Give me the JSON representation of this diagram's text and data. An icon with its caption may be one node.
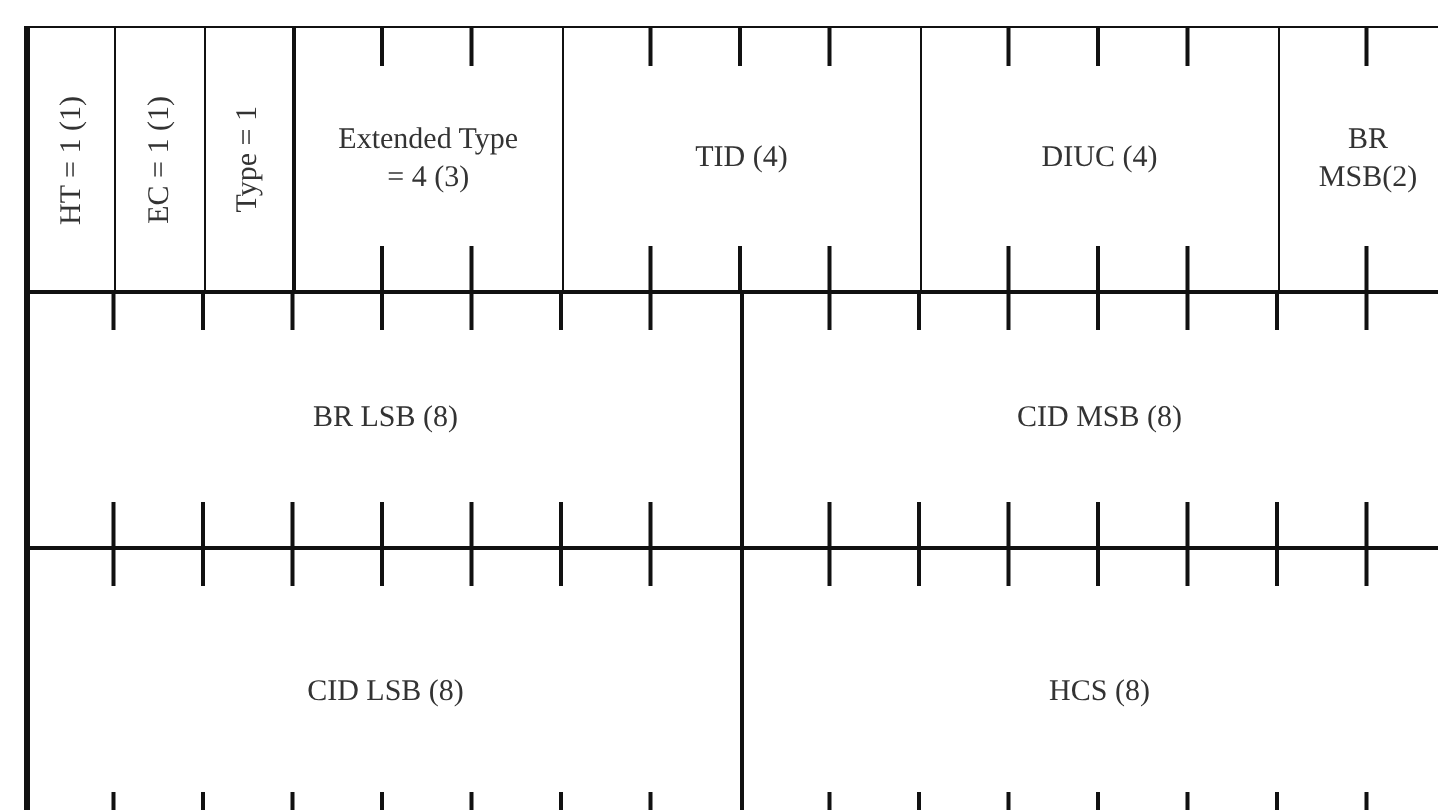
{
  "diagram": {
    "nodes": [
      {
        "text": [
          "HT = 1 (1)"
        ]
      },
      {
        "text": [
          "EC = 1 (1)"
        ]
      },
      {
        "text": [
          "Type = 1"
        ]
      },
      {
        "text": [
          "Extended Type = 4 (3)"
        ]
      },
      {
        "text": [
          "TID (4)"
        ]
      },
      {
        "text": [
          "DIUC (4)"
        ]
      },
      {
        "text": [
          "BR MSB(2)"
        ]
      },
      {
        "text": [
          "BR LSB (8)"
        ]
      },
      {
        "text": [
          "CID MSB (8)"
        ]
      },
      {
        "text": [
          "CID LSB (8)"
        ]
      },
      {
        "text": [
          "HCS (8)"
        ]
      }
    ]
  }
}
